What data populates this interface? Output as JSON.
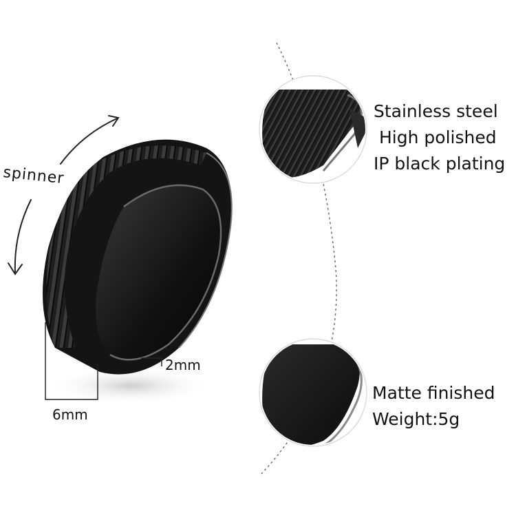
{
  "annotations": {
    "spinner_label": "spinner",
    "width_label": "6mm",
    "inner_label": "2mm"
  },
  "features": {
    "top": [
      "Stainless steel",
      "High polished",
      "IP black plating"
    ],
    "bottom": [
      "Matte finished",
      "Weight:5g"
    ]
  },
  "colors": {
    "ring_black": "#1a1a1a",
    "text": "#111111",
    "guide_line": "#555555"
  },
  "icons": {
    "rotation_arrows": "curved-double-arrow-icon"
  }
}
